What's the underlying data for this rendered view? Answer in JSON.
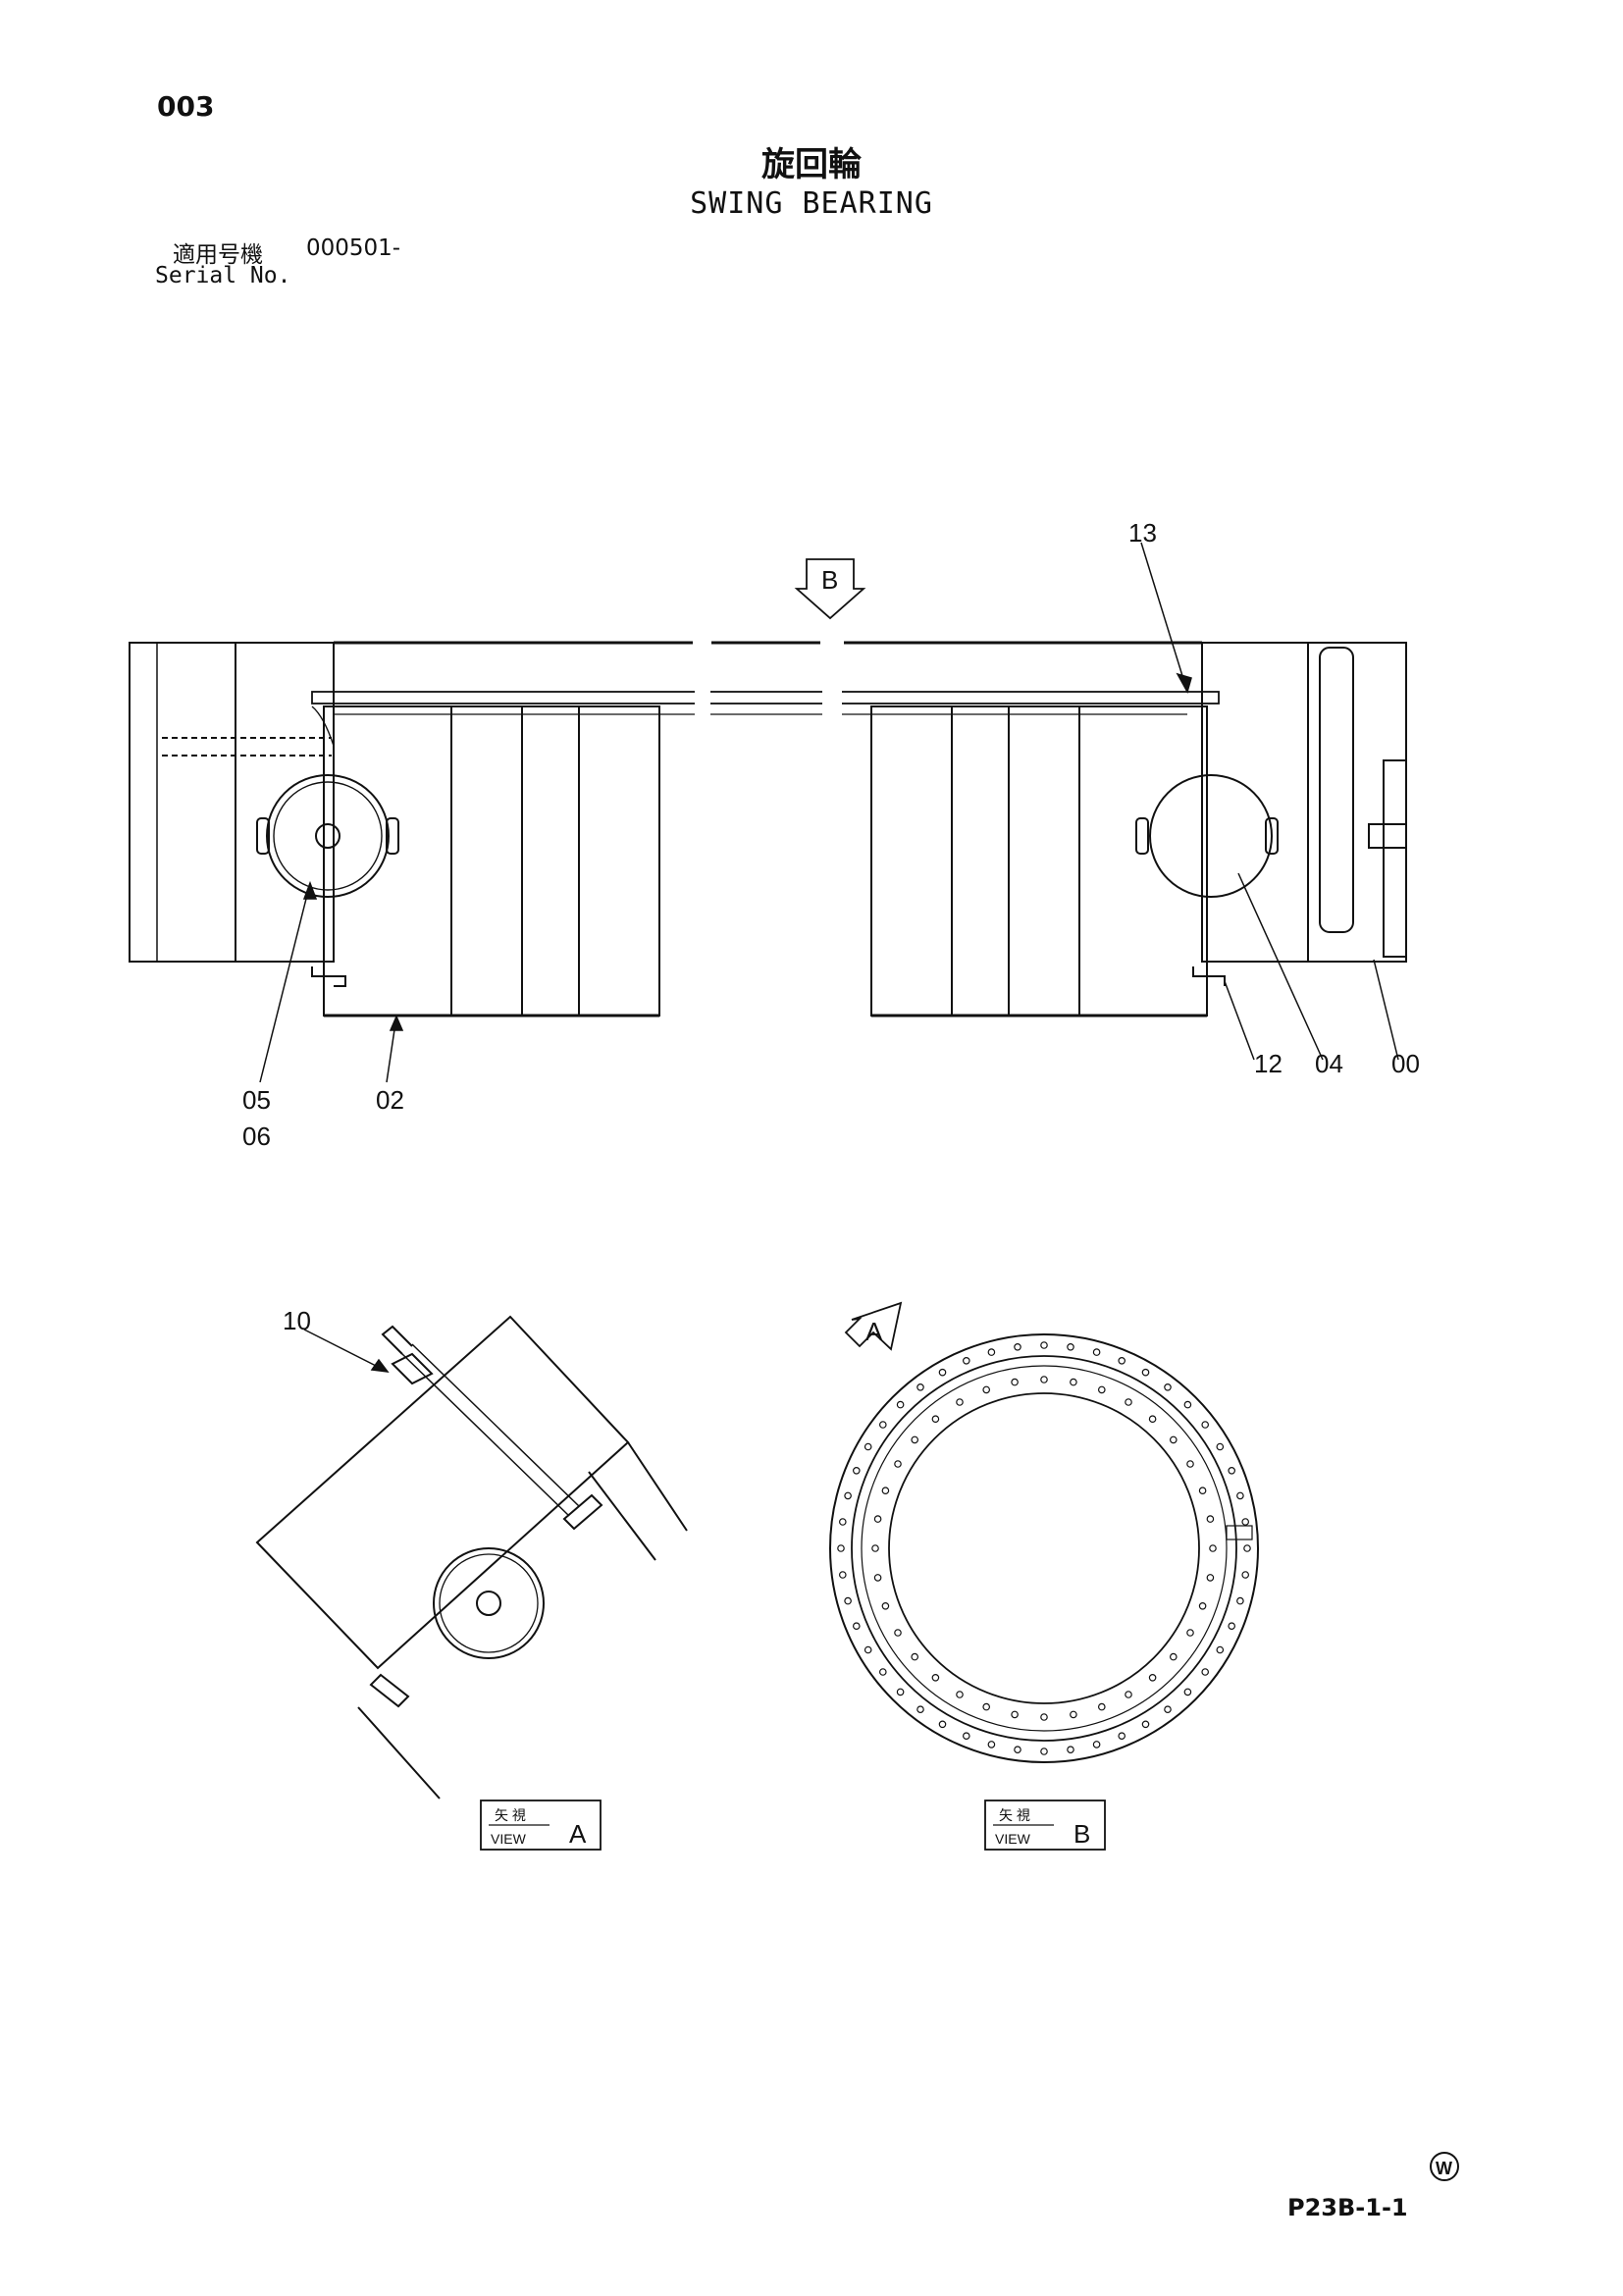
{
  "header": {
    "page_number": "003",
    "title_jp": "旋回輪",
    "title_en": "SWING BEARING",
    "serial_label_jp": "適用号機",
    "serial_value": "000501-",
    "serial_label_en": "Serial No."
  },
  "callouts": {
    "c13": "13",
    "c12": "12",
    "c04": "04",
    "c00": "00",
    "c05": "05",
    "c06": "06",
    "c02": "02",
    "c10": "10"
  },
  "view_arrows": {
    "b": "B",
    "a": "A"
  },
  "view_boxes": [
    {
      "label_jp": "矢 視",
      "label_en": "VIEW",
      "letter": "A"
    },
    {
      "label_jp": "矢 視",
      "label_en": "VIEW",
      "letter": "B"
    }
  ],
  "footer": {
    "symbol": "W",
    "doc_code": "P23B-1-1"
  }
}
